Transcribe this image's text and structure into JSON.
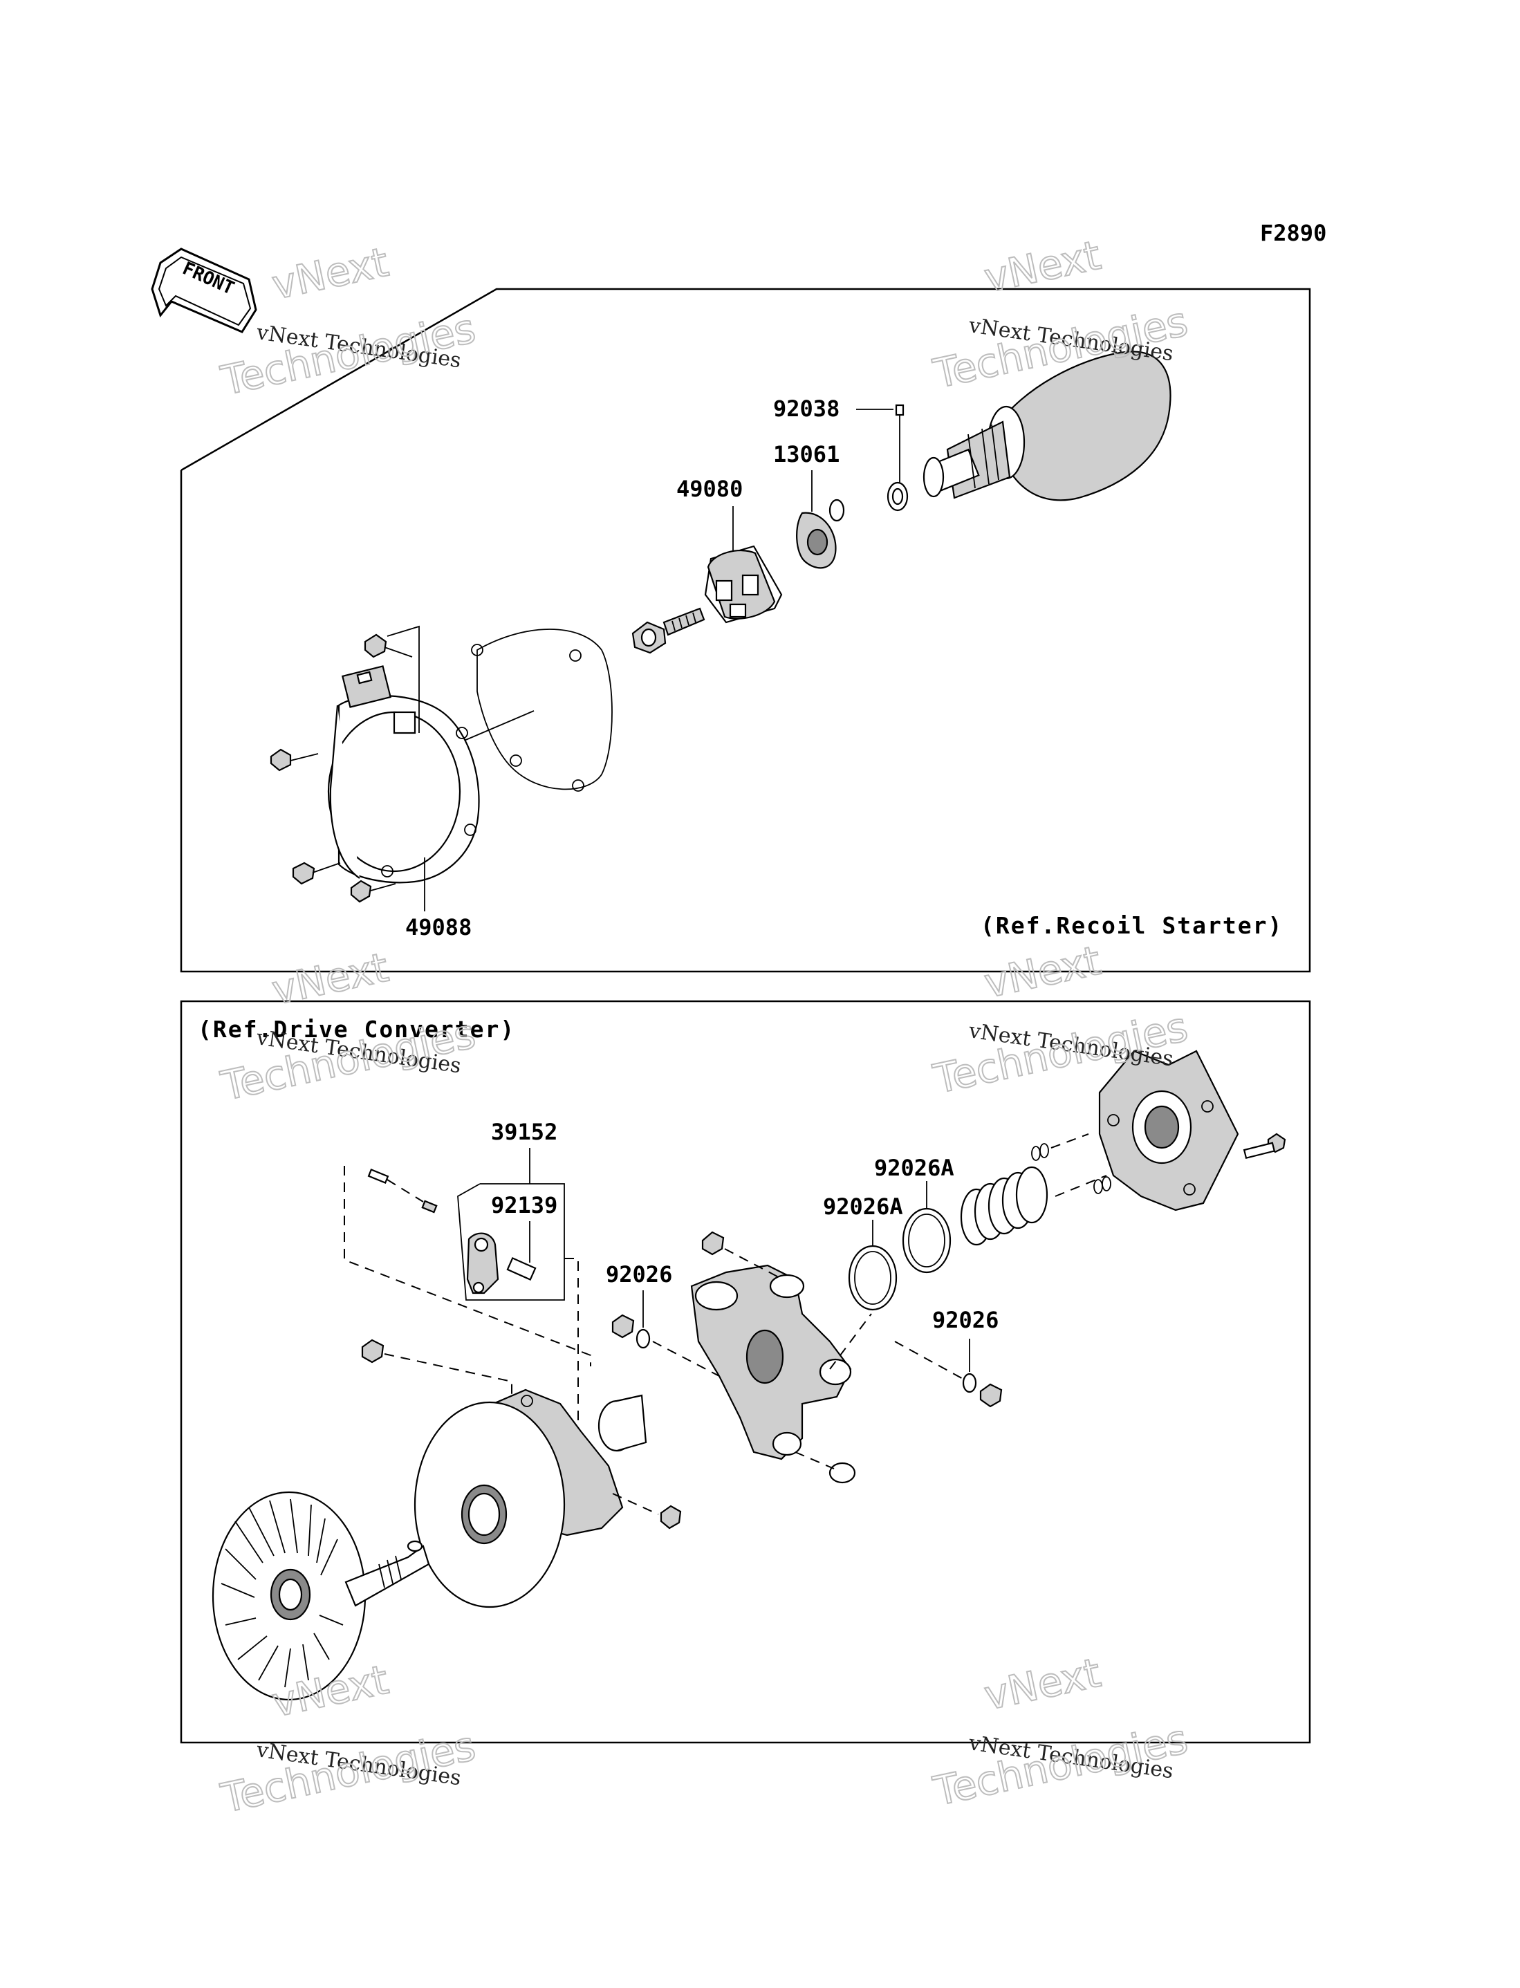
{
  "figure_code": "F2890",
  "front_label": "FRONT",
  "top_panel": {
    "reference": "(Ref.Recoil Starter)",
    "part_numbers": {
      "p92038": "92038",
      "p13061": "13061",
      "p49080": "49080",
      "p49088": "49088"
    }
  },
  "bottom_panel": {
    "reference": "(Ref.Drive Converter)",
    "part_numbers": {
      "p39152": "39152",
      "p92139": "92139",
      "p92026a_right": "92026A",
      "p92026a_left": "92026A",
      "p92026_left": "92026",
      "p92026_right": "92026"
    }
  },
  "watermark": {
    "line1": "vNext Technologies",
    "line2": "vNext",
    "line3": "Technologies"
  }
}
